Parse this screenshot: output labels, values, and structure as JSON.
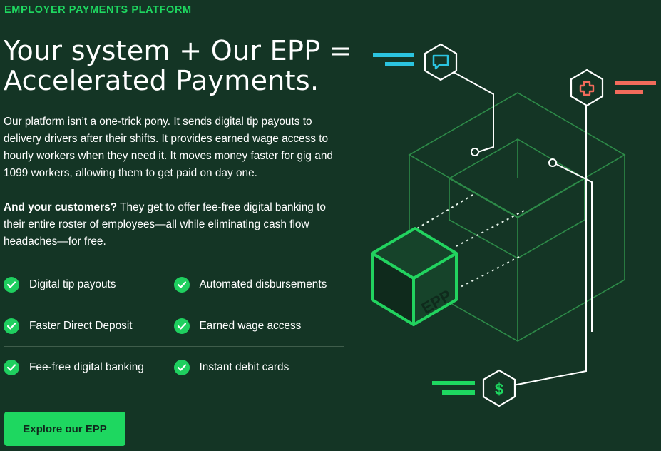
{
  "eyebrow": "EMPLOYER PAYMENTS PLATFORM",
  "headline": {
    "line1": "Your system + Our EPP =",
    "line2": "Accelerated Payments."
  },
  "paragraph1": "Our platform isn’t a one-trick pony. It sends digital tip payouts to delivery drivers after their shifts. It provides earned wage access to hourly workers when they need it. It moves money faster for gig and 1099 workers, allowing them to get paid on day one.",
  "paragraph2": {
    "bold": "And your customers?",
    "rest": " They get to offer fee-free digital banking to their entire roster of employees—all while eliminating cash flow headaches—for free."
  },
  "features": [
    {
      "left": "Digital tip payouts",
      "right": "Automated disbursements"
    },
    {
      "left": "Faster Direct Deposit",
      "right": "Earned wage access"
    },
    {
      "left": "Fee-free digital banking",
      "right": "Instant debit cards"
    }
  ],
  "cta": "Explore our EPP",
  "illustration": {
    "cube_label": "EPP",
    "dollar_symbol": "$",
    "icons": [
      "chat-icon",
      "medical-cross-icon",
      "dollar-icon"
    ]
  },
  "colors": {
    "background": "#143525",
    "accent_green": "#1ed760",
    "cyan": "#2bc4e0",
    "coral": "#f26b5b"
  }
}
